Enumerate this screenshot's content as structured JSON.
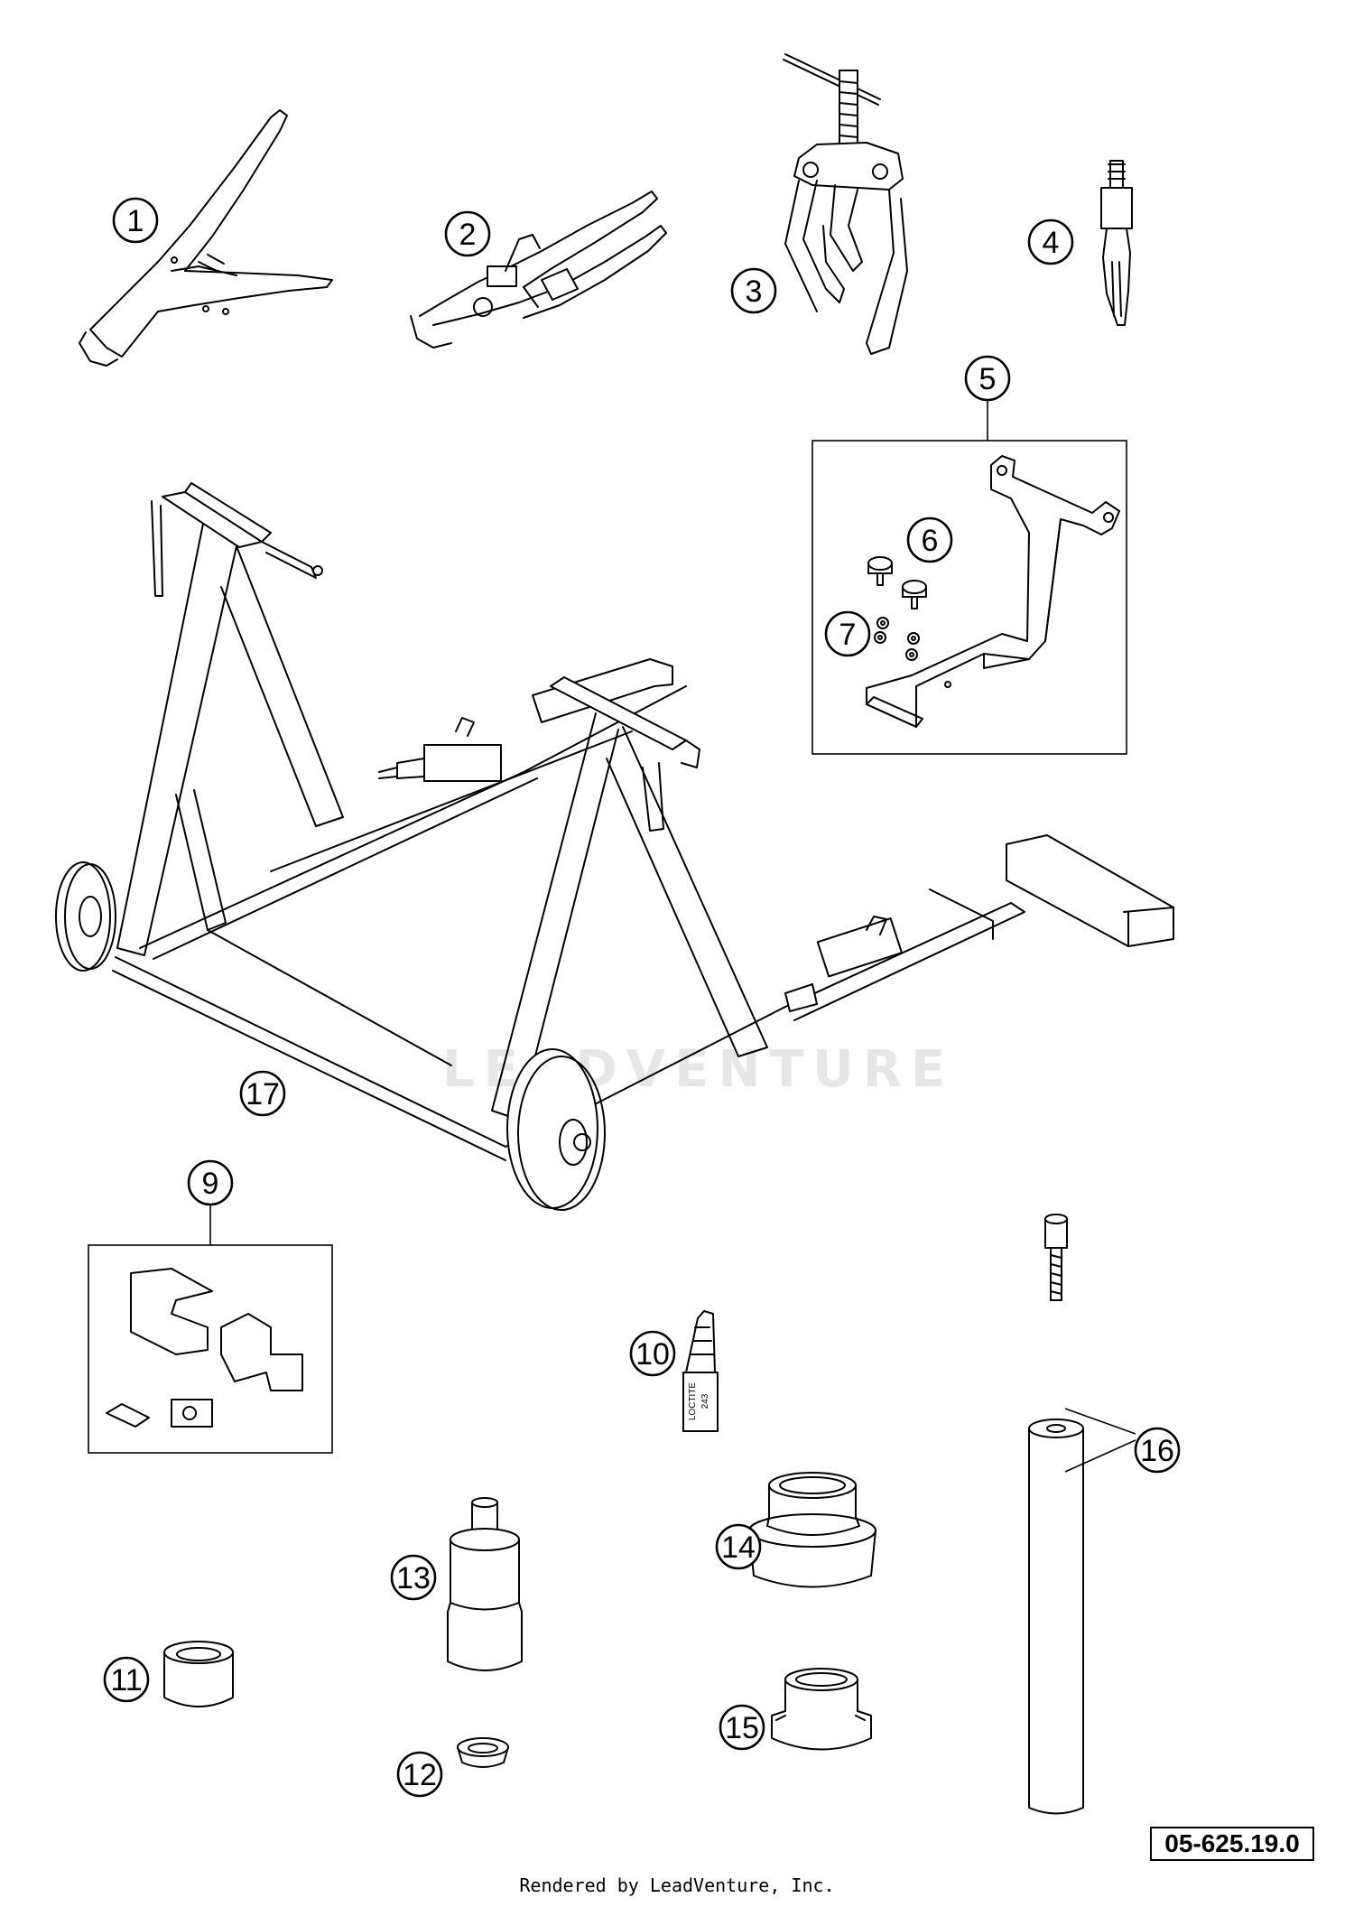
{
  "diagram": {
    "watermark": "LEADVENTURE",
    "drawing_number": "05-625.19.0",
    "footer": "Rendered by LeadVenture, Inc.",
    "callouts": [
      {
        "id": "1",
        "part": "pliers"
      },
      {
        "id": "2",
        "part": "hose-clamp-pliers"
      },
      {
        "id": "3",
        "part": "gear-puller"
      },
      {
        "id": "4",
        "part": "slide-hammer"
      },
      {
        "id": "5",
        "part": "bracket-kit"
      },
      {
        "id": "6",
        "part": "adapter-bolts"
      },
      {
        "id": "7",
        "part": "nuts"
      },
      {
        "id": "9",
        "part": "mounting-kit"
      },
      {
        "id": "10",
        "part": "loctite-tube"
      },
      {
        "id": "11",
        "part": "sleeve"
      },
      {
        "id": "12",
        "part": "bushing"
      },
      {
        "id": "13",
        "part": "stepped-mandrel"
      },
      {
        "id": "14",
        "part": "press-drift"
      },
      {
        "id": "15",
        "part": "flanged-drift"
      },
      {
        "id": "16",
        "part": "extension-rod-and-bolt"
      },
      {
        "id": "17",
        "part": "work-stand"
      }
    ],
    "loctite_label": [
      "LOCTITE",
      "243"
    ]
  }
}
